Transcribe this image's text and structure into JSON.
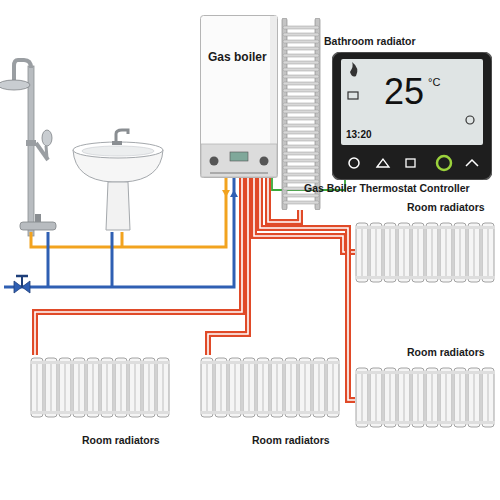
{
  "diagram": {
    "nodes": [
      {
        "text": [
          "Gas boiler"
        ]
      },
      {
        "text": [
          "Bathroom radiator"
        ]
      },
      {
        "text": [
          "25",
          "°C",
          "13:20",
          "Gas Boiler Thermostat Controller"
        ]
      },
      {
        "text": [
          "Room radiators"
        ]
      },
      {
        "text": [
          "Room radiators"
        ]
      },
      {
        "text": [
          "Room radiators"
        ]
      },
      {
        "text": [
          "Room radiators"
        ]
      }
    ],
    "edges": [
      {
        "from": 0,
        "to": 1,
        "arrow": "none"
      },
      {
        "from": 0,
        "to": 3,
        "arrow": "none"
      },
      {
        "from": 0,
        "to": 4,
        "arrow": "none"
      },
      {
        "from": 0,
        "to": 5,
        "arrow": "none"
      },
      {
        "from": 0,
        "to": 6,
        "arrow": "none"
      },
      {
        "from": 2,
        "to": 0,
        "arrow": "none"
      }
    ]
  }
}
